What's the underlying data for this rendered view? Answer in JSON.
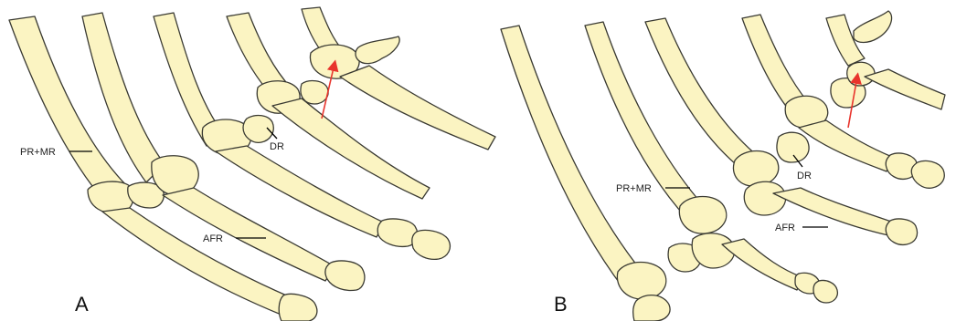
{
  "colors": {
    "bone_fill": "#fbf4c2",
    "bone_outline": "#3a3a32",
    "arrow": "#e8342c",
    "label_text": "#222222"
  },
  "panels": [
    {
      "letter": "A",
      "labels": {
        "pr_mr": "PR+MR",
        "dr": "DR",
        "afr": "AFR"
      }
    },
    {
      "letter": "B",
      "labels": {
        "pr_mr": "PR+MR",
        "dr": "DR",
        "afr": "AFR"
      }
    }
  ]
}
